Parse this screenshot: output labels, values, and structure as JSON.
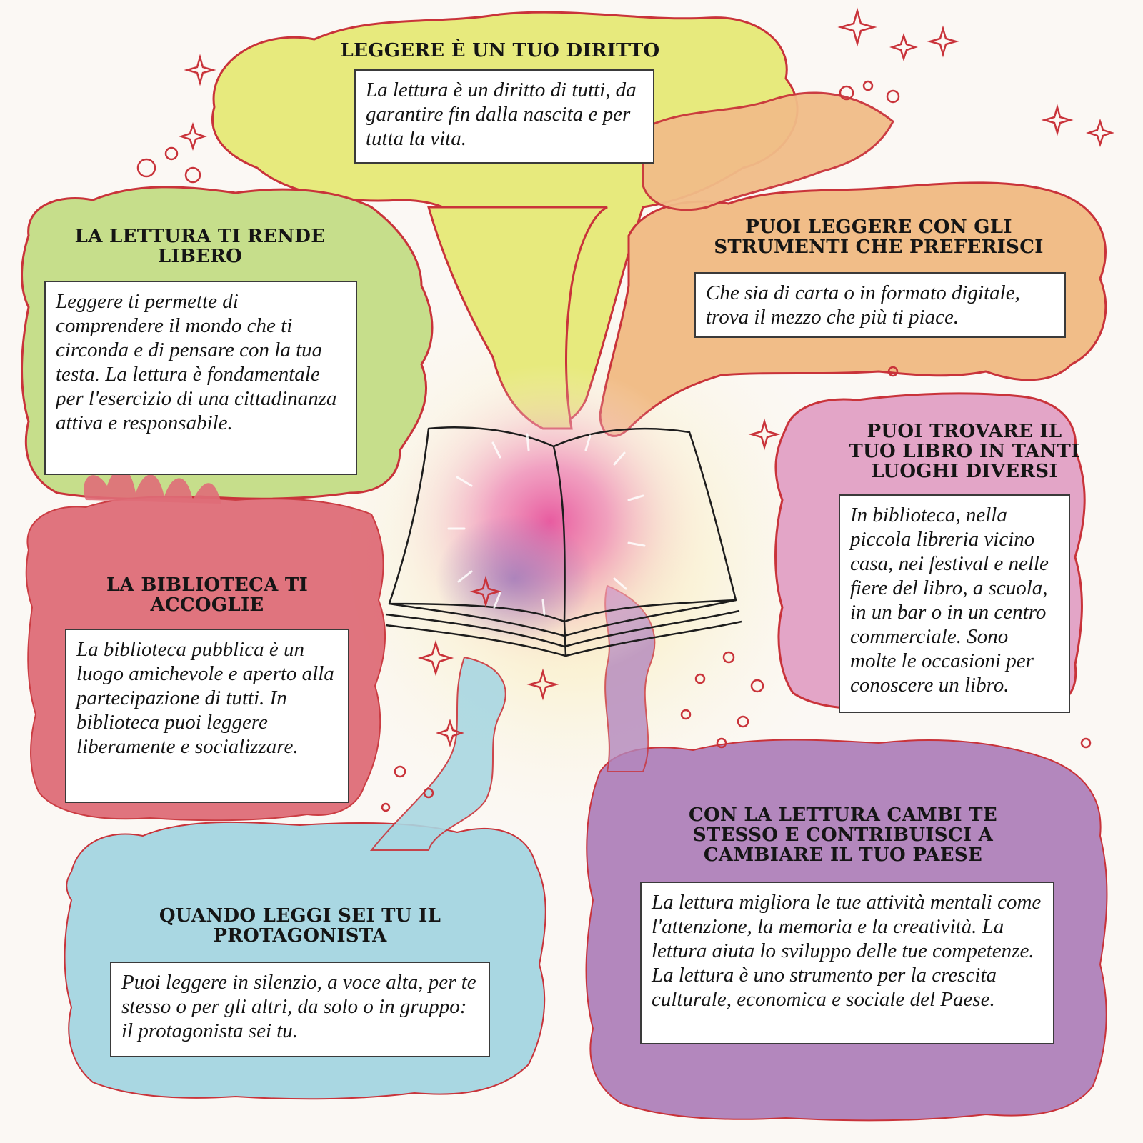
{
  "colors": {
    "yellow": "#e7ea7d",
    "green": "#c6de8b",
    "orange": "#f1bd88",
    "pink": "#e3a5c7",
    "red": "#df6d78",
    "blue": "#a9d7e2",
    "purple": "#b387bd",
    "outline": "#c9333a"
  },
  "icons": [
    "open-book-icon",
    "sparkle-icon"
  ],
  "panels": {
    "diritto": {
      "title": "LEGGERE È UN TUO DIRITTO",
      "text": "La lettura è un diritto di tutti, da garantire fin dalla nascita e per tutta la vita."
    },
    "libero": {
      "title": "LA LETTURA TI RENDE LIBERO",
      "text": "Leggere ti permette di comprendere il mondo che ti circonda e di pensare con la tua testa. La lettura è fondamentale per l'esercizio di una cittadinanza attiva e responsabile."
    },
    "strumenti": {
      "title": "PUOI LEGGERE CON GLI STRUMENTI CHE PREFERISCI",
      "text": "Che sia di carta o in formato digitale, trova il mezzo che più ti piace."
    },
    "luoghi": {
      "title": "PUOI TROVARE IL TUO LIBRO IN TANTI LUOGHI DIVERSI",
      "text": "In biblioteca, nella piccola libreria vicino casa, nei festival e nelle fiere del libro, a scuola, in un bar o in un centro commerciale. Sono molte le occasioni per conoscere un libro."
    },
    "biblioteca": {
      "title": "LA BIBLIOTECA TI ACCOGLIE",
      "text": "La biblioteca pubblica è un luogo amichevole e aperto alla partecipazione di tutti. In biblioteca puoi leggere liberamente e socializzare."
    },
    "protagonista": {
      "title": "QUANDO LEGGI SEI TU IL PROTAGONISTA",
      "text": "Puoi leggere in silenzio, a voce alta, per te stesso o per gli altri, da solo o in gruppo: il protagonista sei tu."
    },
    "cambi": {
      "title": "CON LA LETTURA CAMBI TE STESSO E CONTRIBUISCI A CAMBIARE IL TUO PAESE",
      "text": "La lettura migliora le tue attività mentali come l'attenzione, la memoria e la creatività. La lettura aiuta lo sviluppo delle tue competenze. La lettura è uno strumento per la crescita culturale, economica e sociale del Paese."
    }
  }
}
